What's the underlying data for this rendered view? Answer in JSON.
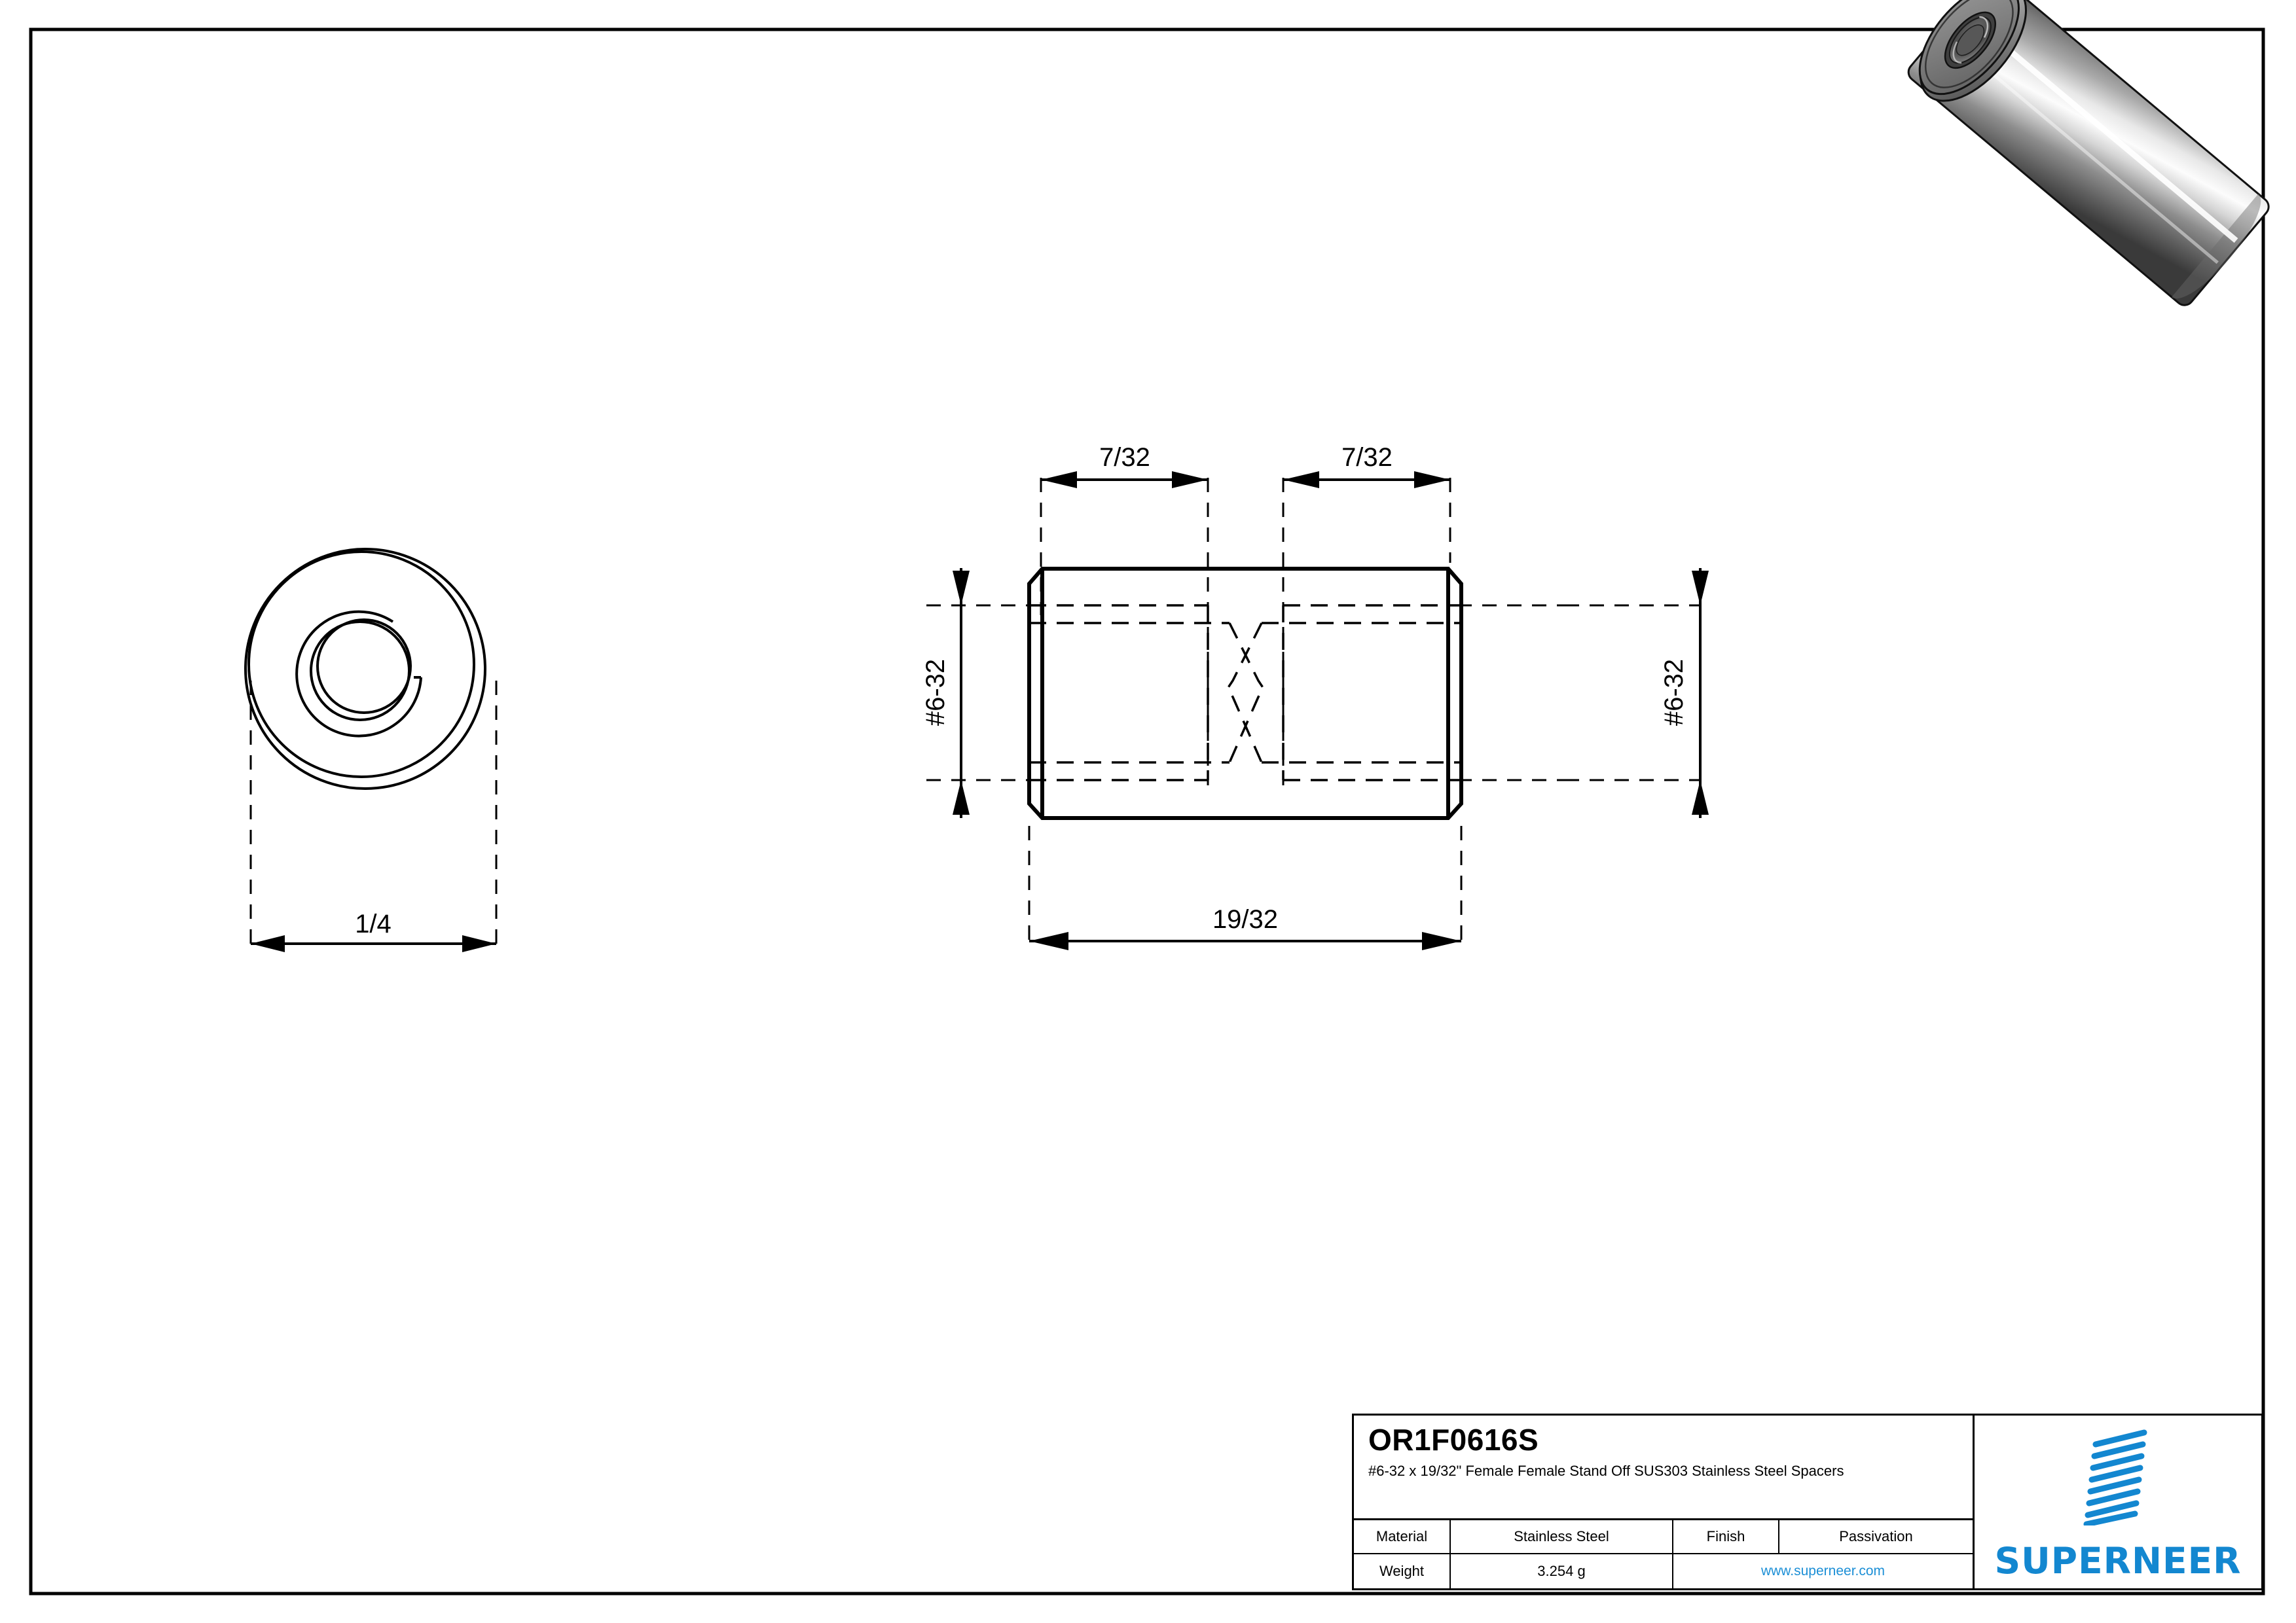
{
  "sheet": {
    "border_color": "#000000",
    "background": "#ffffff"
  },
  "drawing": {
    "views": {
      "end_view": {
        "name": "end-view",
        "dimension_label": "1/4"
      },
      "side_view": {
        "name": "side-view",
        "length_label": "19/32",
        "thread_depth_left_label": "7/32",
        "thread_depth_right_label": "7/32",
        "thread_size_left_label": "#6-32",
        "thread_size_right_label": "#6-32"
      },
      "iso_view": {
        "name": "isometric-render"
      }
    }
  },
  "title_block": {
    "part_number": "OR1F0616S",
    "description": "#6-32 x 19/32\" Female Female Stand Off SUS303 Stainless Steel Spacers",
    "material_label": "Material",
    "material_value": "Stainless Steel",
    "finish_label": "Finish",
    "finish_value": "Passivation",
    "weight_label": "Weight",
    "weight_value": "3.254 g",
    "website": "www.superneer.com",
    "brand": "SUPERNEER",
    "brand_color": "#1387d0",
    "link_color": "#1c8fd6"
  }
}
